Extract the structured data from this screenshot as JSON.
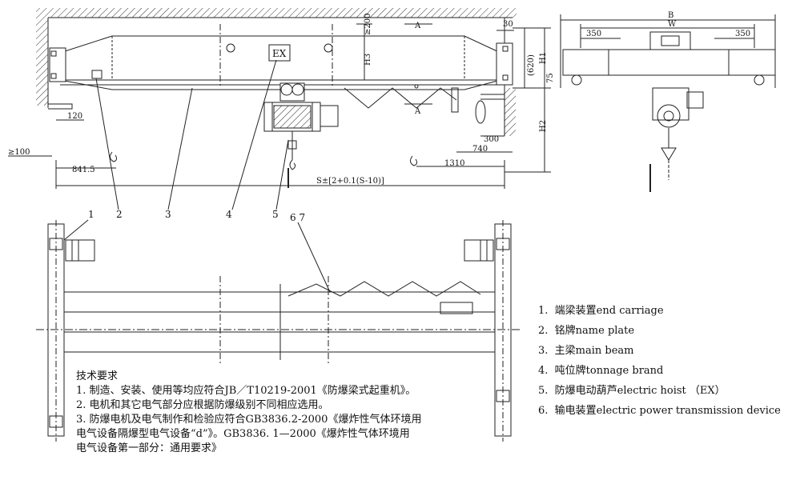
{
  "labels": {
    "ex_box": "EX",
    "section_top": "A",
    "section_bottom": "A"
  },
  "dimensions": {
    "d200": "≥200",
    "d30": "30",
    "h3": "H3",
    "h1": "H1",
    "d620": "(620)",
    "d75": "75",
    "h2": "H2",
    "d300": "300",
    "d740": "740",
    "d1310": "1310",
    "d841": "841.5",
    "d100": "≥100",
    "d120": "120",
    "span": "S±[2+0.1(S-10)]",
    "b": "B",
    "w": "W",
    "d350_left": "350",
    "d350_right": "350"
  },
  "callouts": [
    "1",
    "2",
    "3",
    "4",
    "5",
    "6 7"
  ],
  "notes": {
    "title": "技术要求",
    "lines": [
      "1.  制造、安装、使用等均应符合JB／T10219-2001《防爆梁式起重机》。",
      "2.  电机和其它电气部分应根据防爆级别不同相应选用。",
      "3.  防爆电机及电气制作和检验应符合GB3836.2-2000《爆炸性气体环境用",
      "电气设备隔爆型电气设备“d”》。GB3836.  1—2000《爆炸性气体环境用",
      "电气设备第一部分：通用要求》"
    ]
  },
  "legend": [
    {
      "num": "1.",
      "text": "端梁装置end carriage"
    },
    {
      "num": "2.",
      "text": "铭牌name plate"
    },
    {
      "num": "3.",
      "text": "主梁main beam"
    },
    {
      "num": "4.",
      "text": "吨位牌tonnage brand"
    },
    {
      "num": "5.",
      "text": "防爆电动葫芦electric hoist （EX）"
    },
    {
      "num": "6.",
      "text": "输电装置electric power transmission device"
    }
  ]
}
